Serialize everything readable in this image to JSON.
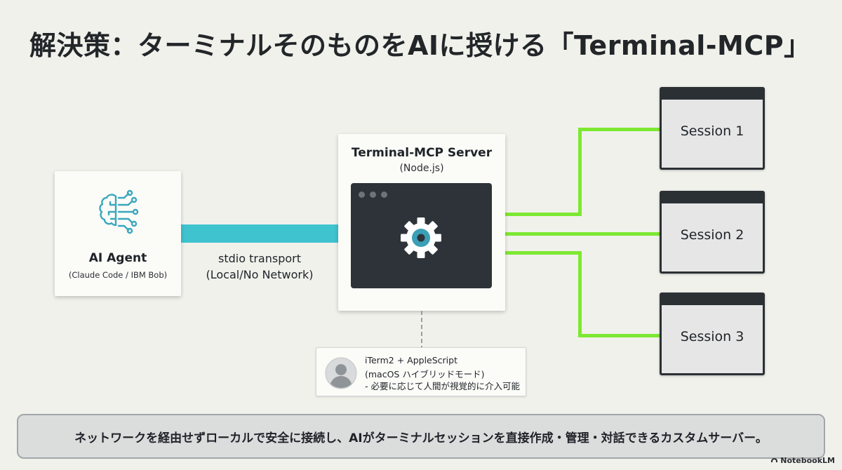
{
  "title": "解決策：ターミナルそのものをAIに授ける「Terminal-MCP」",
  "agent": {
    "title": "AI Agent",
    "subtitle": "(Claude Code / IBM Bob)",
    "icon": "brain-circuit-icon"
  },
  "transport": {
    "line1": "stdio transport",
    "line2": "(Local/No Network)"
  },
  "server": {
    "title": "Terminal-MCP Server",
    "subtitle": "(Node.js)",
    "icon": "gear-icon"
  },
  "note": {
    "line1": "iTerm2 + AppleScript",
    "line2": "(macOS ハイブリッドモード)",
    "line3": "- 必要に応じて人間が視覚的に介入可能",
    "icon": "user-icon"
  },
  "sessions": [
    {
      "label": "Session 1"
    },
    {
      "label": "Session 2"
    },
    {
      "label": "Session 3"
    }
  ],
  "footer": "ネットワークを経由せずローカルで安全に接続し、AIがターミナルセッションを直接作成・管理・対話できるカスタムサーバー。",
  "badge": "NotebookLM",
  "colors": {
    "transport": "#3fc3cf",
    "connector": "#7de831",
    "terminal": "#2d3338",
    "accent": "#3b9fb5"
  }
}
